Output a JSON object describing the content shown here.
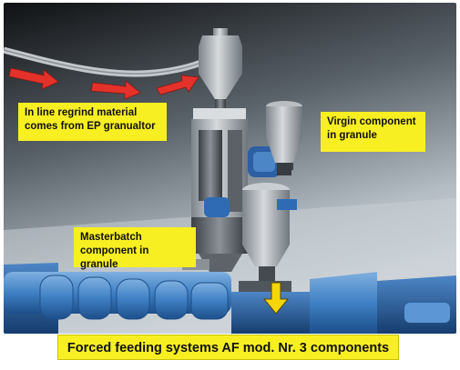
{
  "labels": {
    "regrind": "In line regrind material comes from EP granualtor",
    "virgin": "Virgin component in granule",
    "masterbatch": "Masterbatch component in granule"
  },
  "caption": "Forced feeding systems AF mod. Nr. 3 components",
  "colors": {
    "label_fill": "#f7ef22",
    "flow_arrow": "#e4322b",
    "feed_arrow": "#f5d60a",
    "extruder_blue": "#3f80c4"
  }
}
